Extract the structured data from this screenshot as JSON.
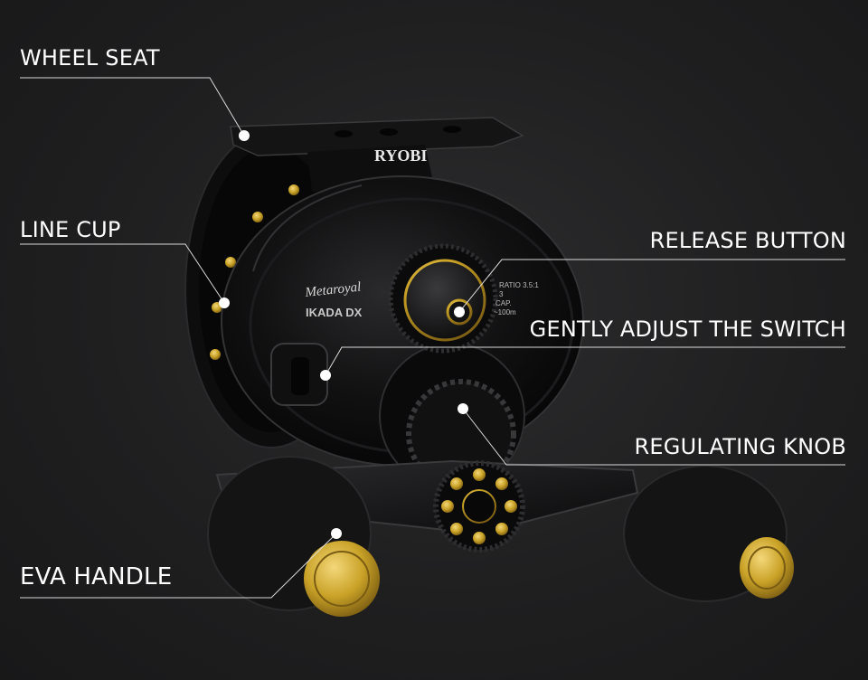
{
  "callouts": {
    "wheel_seat": "WHEEL SEAT",
    "line_cup": "LINE CUP",
    "release_button": "RELEASE BUTTON",
    "gently_adjust_switch": "GENTLY ADJUST THE SWITCH",
    "regulating_knob": "REGULATING KNOB",
    "eva_handle": "EVA HANDLE"
  },
  "reel": {
    "brand": "RYOBI",
    "script_name": "Metaroyal",
    "model": "IKADA DX",
    "ratio": "RATIO 3.5:1",
    "cap_line1": "3",
    "cap_line2": "CAP.",
    "cap_line3": "~100m"
  },
  "colors": {
    "background": "#1e1e1f",
    "label_text": "#ffffff",
    "leader_line": "#d9d9d9",
    "gold_accent": "#c9a227",
    "reel_body": "#0b0b0c"
  }
}
